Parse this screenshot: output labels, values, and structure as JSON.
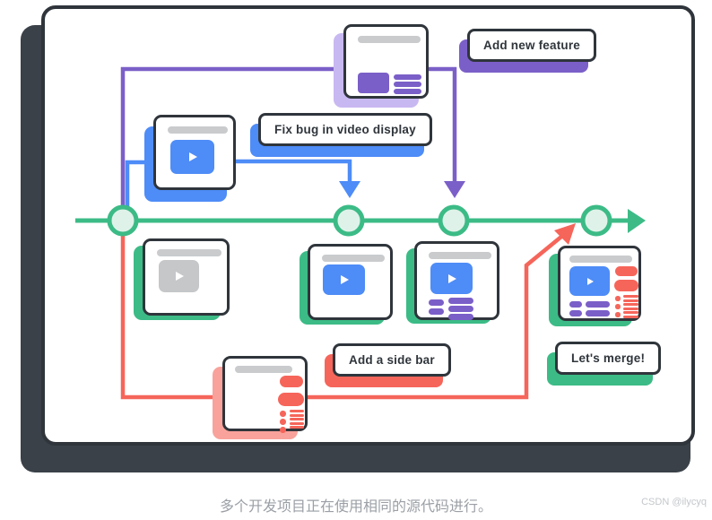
{
  "diagram": {
    "bubbles": [
      {
        "label": "Add new feature",
        "accent": "#7B5FC8"
      },
      {
        "label": "Fix bug in video display",
        "accent": "#4E8CF7"
      },
      {
        "label": "Add a side bar",
        "accent": "#F6655A"
      },
      {
        "label": "Let's merge!",
        "accent": "#3CBB86"
      }
    ],
    "timeline": {
      "commit_count": 4,
      "main_branch_color": "#3CBB86",
      "feature_branch_color": "#7B5FC8",
      "bugfix_branch_color": "#4E8CF7",
      "sidebar_branch_color": "#F6655A",
      "node_fill": "#DFF2E9"
    }
  },
  "caption": {
    "text": "多个开发项目正在使用相同的源代码进行。"
  },
  "watermark": {
    "text": "CSDN @ilycyq"
  },
  "colors": {
    "ink": "#2F353B",
    "card": "#3A4148",
    "green": "#3CBB86",
    "green_light": "#DFF2E9",
    "blue": "#4E8CF7",
    "purple": "#7B5FC8",
    "purple_light": "#C8B8F1",
    "red": "#F6655A",
    "red_light": "#F9A29B",
    "gray_bar": "#C9CBCD",
    "gray_video": "#C5C7C9",
    "caption_text": "#9BA0A6",
    "watermark_text": "#C3C7CB"
  }
}
